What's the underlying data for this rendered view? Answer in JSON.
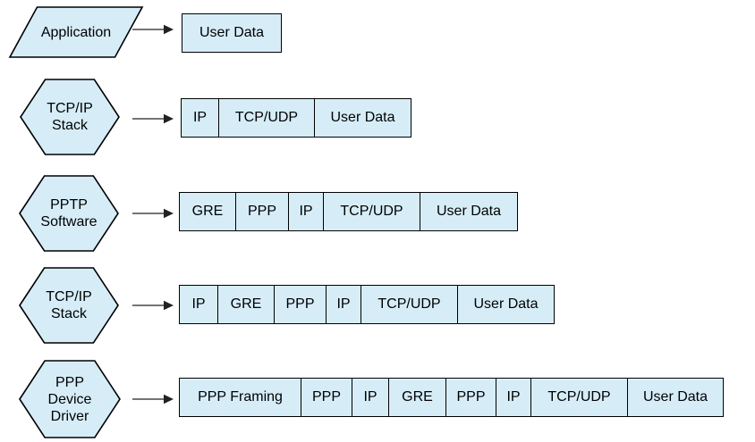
{
  "diagram": {
    "description": "PPTP packet encapsulation stages",
    "colors": {
      "background": "#ffffff",
      "shape_fill": "#d6edf8",
      "shape_border": "#000000",
      "text_color": "#000000",
      "arrow_color": "#222222"
    },
    "rows": [
      {
        "stage": {
          "shape": "parallelogram",
          "lines": [
            "Application"
          ]
        },
        "arrow": "right-arrow",
        "packet": {
          "segments": [
            {
              "label": "User Data",
              "width": 110
            }
          ]
        }
      },
      {
        "stage": {
          "shape": "hexagon",
          "lines": [
            "TCP/IP",
            "Stack"
          ]
        },
        "arrow": "right-arrow",
        "packet": {
          "segments": [
            {
              "label": "IP",
              "width": 41
            },
            {
              "label": "TCP/UDP",
              "width": 107
            },
            {
              "label": "User Data",
              "width": 108
            }
          ]
        }
      },
      {
        "stage": {
          "shape": "hexagon",
          "lines": [
            "PPTP",
            "Software"
          ]
        },
        "arrow": "right-arrow",
        "packet": {
          "segments": [
            {
              "label": "GRE",
              "width": 62
            },
            {
              "label": "PPP",
              "width": 59
            },
            {
              "label": "IP",
              "width": 39
            },
            {
              "label": "TCP/UDP",
              "width": 108
            },
            {
              "label": "User Data",
              "width": 109
            }
          ]
        }
      },
      {
        "stage": {
          "shape": "hexagon",
          "lines": [
            "TCP/IP",
            "Stack"
          ]
        },
        "arrow": "right-arrow",
        "packet": {
          "segments": [
            {
              "label": "IP",
              "width": 42
            },
            {
              "label": "GRE",
              "width": 63
            },
            {
              "label": "PPP",
              "width": 58
            },
            {
              "label": "IP",
              "width": 39
            },
            {
              "label": "TCP/UDP",
              "width": 108
            },
            {
              "label": "User Data",
              "width": 108
            }
          ]
        }
      },
      {
        "stage": {
          "shape": "hexagon",
          "lines": [
            "PPP",
            "Device",
            "Driver"
          ]
        },
        "arrow": "right-arrow",
        "packet": {
          "segments": [
            {
              "label": "PPP Framing",
              "width": 135
            },
            {
              "label": "PPP",
              "width": 57
            },
            {
              "label": "IP",
              "width": 41
            },
            {
              "label": "GRE",
              "width": 64
            },
            {
              "label": "PPP",
              "width": 56
            },
            {
              "label": "IP",
              "width": 39
            },
            {
              "label": "TCP/UDP",
              "width": 108
            },
            {
              "label": "User Data",
              "width": 107
            }
          ]
        }
      }
    ]
  }
}
